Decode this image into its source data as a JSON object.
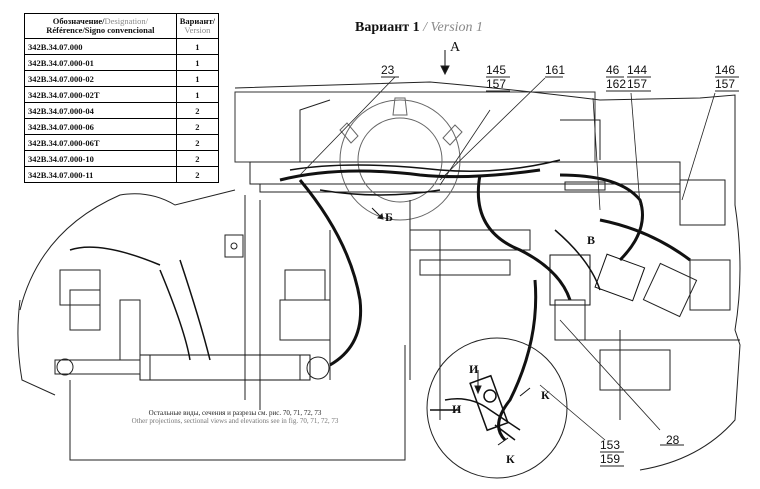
{
  "table": {
    "header_designation": "Обозначение/",
    "header_designation_en": "Designation/",
    "header_reference": "Référence/Signo convencional",
    "header_variant": "Вариант/",
    "header_version": "Version",
    "rows": [
      {
        "code": "342B.34.07.000",
        "variant": "1"
      },
      {
        "code": "342B.34.07.000-01",
        "variant": "1"
      },
      {
        "code": "342B.34.07.000-02",
        "variant": "1"
      },
      {
        "code": "342B.34.07.000-02T",
        "variant": "1"
      },
      {
        "code": "342B.34.07.000-04",
        "variant": "2"
      },
      {
        "code": "342B.34.07.000-06",
        "variant": "2"
      },
      {
        "code": "342B.34.07.000-06T",
        "variant": "2"
      },
      {
        "code": "342B.34.07.000-10",
        "variant": "2"
      },
      {
        "code": "342B.34.07.000-11",
        "variant": "2"
      }
    ]
  },
  "title": {
    "ru": "Вариант 1",
    "en": "/ Version 1"
  },
  "view_arrow": "А",
  "callouts": {
    "c23": "23",
    "c145": "145",
    "c157a": "157",
    "c161": "161",
    "c46": "46",
    "c162": "162",
    "c144": "144",
    "c157b": "157",
    "c146": "146",
    "c157c": "157",
    "c153": "153",
    "c159": "159",
    "c28": "28"
  },
  "section_letters": {
    "b": "Б",
    "v": "В",
    "i1": "И",
    "i2": "И",
    "k1": "К",
    "k2": "К"
  },
  "note": {
    "ru": "Остальные виды, сечения и разрезы см. рис. 70, 71, 72, 73",
    "en": "Other projections, sectional views and elevations see in fig. 70, 71, 72, 73"
  },
  "colors": {
    "line": "#222222",
    "thin": "#555555",
    "bg": "#ffffff"
  }
}
